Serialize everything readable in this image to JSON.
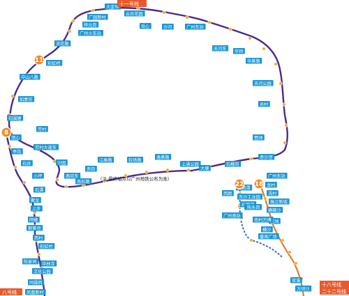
{
  "colors": {
    "line11": "#4b2a8c",
    "line8": "#4b2a8c",
    "line18": "#e07a2e",
    "line22": "#2f6fd0",
    "label_bg": "#1a96d4",
    "marker": "#f3ad2c",
    "badge": "#f08a24",
    "tag_red": "#e85a2c"
  },
  "lines": {
    "line11_label": "十一号线",
    "line8_label": "八号线",
    "line18_label": "十八号线",
    "line22_label": "二十二号线",
    "line11_badge": "11",
    "line8_badge": "8",
    "line18_badge": "18",
    "line22_badge": "22"
  },
  "note": "（注:最终站点以广州地铁公布为准）",
  "stations": {
    "l11": [
      "大金钟",
      "云台花园",
      "广园新村",
      "梓元岗",
      "广州火车站",
      "流花路",
      "彩虹桥",
      "中山八路",
      "如意坊",
      "石围塘",
      "芳村",
      "芳村大道东",
      "沙园",
      "燕岗东",
      "南石路",
      "赤岗",
      "江泰路",
      "较场路",
      "逸景路",
      "上涌公园",
      "大塘",
      "石榴岗",
      "赤沙滘",
      "琶洲",
      "员村",
      "天河公园",
      "华景路",
      "华师",
      "天河东",
      "广州东站",
      "沙河",
      "岳心"
    ],
    "l8": [
      "滘心",
      "亭岗",
      "石井",
      "小坪",
      "石潭",
      "聚龙",
      "上步",
      "同德",
      "鹅掌坦",
      "西村",
      "彩虹桥",
      "陈家祠",
      "华林寺",
      "文化公园",
      "同福西",
      "凤凰新村"
    ],
    "l18_22": [
      "龙村",
      "广州东站",
      "冼村",
      "珠江新城",
      "磨碟沙",
      "白鹅潭",
      "西朗",
      "番禺广场",
      "石榴岗",
      "陇头岗",
      "广州南站",
      "琶洲",
      "东沙工业园",
      "陈头岗",
      "南村万博",
      "横沙",
      "官溪",
      "万顷沙"
    ]
  }
}
